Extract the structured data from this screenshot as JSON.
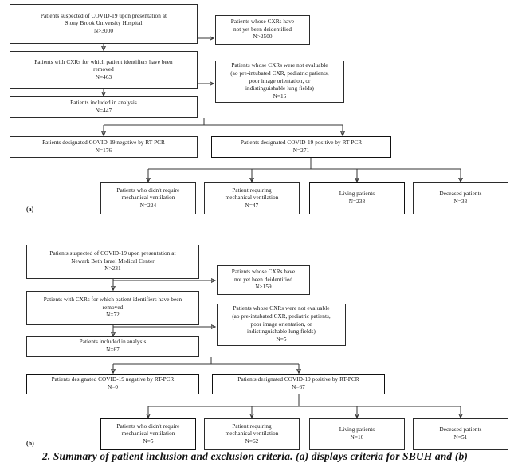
{
  "figure": {
    "caption": "2. Summary of patient inclusion and exclusion criteria. (a) displays criteria for SBUH and (b)",
    "panels": [
      {
        "id": "a",
        "label": "(a)",
        "nodes": {
          "suspected": {
            "name": "suspected-patients-box",
            "lines": [
              "Patients suspected of COVID-19 upon presentation at",
              "Stony Brook University Hospital",
              "N>3000"
            ]
          },
          "not_deidentified": {
            "name": "not-deidentified-exclusion-box",
            "lines": [
              "Patients whose CXRs have",
              "not yet been deidentified",
              "N>2500"
            ]
          },
          "deidentified": {
            "name": "deidentified-patients-box",
            "lines": [
              "Patients with CXRs for which patient identifiers have been",
              "removed",
              "N=463"
            ]
          },
          "not_evaluable": {
            "name": "not-evaluable-exclusion-box",
            "lines": [
              "Patients whose CXRs were not evaluable",
              "(ao pre-intubated CXR, pediatric patients,",
              "poor image orientation, or",
              "indistinguishable lung fields)",
              "N=16"
            ]
          },
          "included": {
            "name": "included-in-analysis-box",
            "lines": [
              "Patients included in analysis",
              "N=447"
            ]
          },
          "negative": {
            "name": "covid-negative-box",
            "lines": [
              "Patients designated COVID-19 negative by RT-PCR",
              "N=176"
            ]
          },
          "positive": {
            "name": "covid-positive-box",
            "lines": [
              "Patients designated COVID-19 positive by RT-PCR",
              "N=271"
            ]
          },
          "no_vent": {
            "name": "no-mechanical-ventilation-box",
            "lines": [
              "Patients who didn't require",
              "mechanical ventilation",
              "N=224"
            ]
          },
          "vent": {
            "name": "mechanical-ventilation-box",
            "lines": [
              "Patient requiring",
              "mechanical ventilation",
              "N=47"
            ]
          },
          "living": {
            "name": "living-patients-box",
            "lines": [
              "Living patients",
              "",
              "N=238"
            ]
          },
          "deceased": {
            "name": "deceased-patients-box",
            "lines": [
              "Deceased patients",
              "",
              "N=33"
            ]
          }
        }
      },
      {
        "id": "b",
        "label": "(b)",
        "nodes": {
          "suspected": {
            "name": "suspected-patients-box",
            "lines": [
              "Patients suspected of COVID-19 upon presentation at",
              "Newark Beth Israel Medical Center",
              "N>231"
            ]
          },
          "not_deidentified": {
            "name": "not-deidentified-exclusion-box",
            "lines": [
              "Patients whose CXRs have",
              "not yet been deidentified",
              "N>159"
            ]
          },
          "deidentified": {
            "name": "deidentified-patients-box",
            "lines": [
              "Patients with CXRs for which patient identifiers have been",
              "removed",
              "N=72"
            ]
          },
          "not_evaluable": {
            "name": "not-evaluable-exclusion-box",
            "lines": [
              "Patients whose CXRs were not evaluable",
              "(ao pre-intubated CXR, pediatric patients,",
              "poor image orientation, or",
              "indistinguishable lung fields)",
              "N=5"
            ]
          },
          "included": {
            "name": "included-in-analysis-box",
            "lines": [
              "Patients included in analysis",
              "N=67"
            ]
          },
          "negative": {
            "name": "covid-negative-box",
            "lines": [
              "Patients designated COVID-19 negative by RT-PCR",
              "N=0"
            ]
          },
          "positive": {
            "name": "covid-positive-box",
            "lines": [
              "Patients designated COVID-19 positive by RT-PCR",
              "N=67"
            ]
          },
          "no_vent": {
            "name": "no-mechanical-ventilation-box",
            "lines": [
              "Patients who didn't require",
              "mechanical ventilation",
              "N=5"
            ]
          },
          "vent": {
            "name": "mechanical-ventilation-box",
            "lines": [
              "Patient requiring",
              "mechanical ventilation",
              "N=62"
            ]
          },
          "living": {
            "name": "living-patients-box",
            "lines": [
              "Living patients",
              "",
              "N=16"
            ]
          },
          "deceased": {
            "name": "deceased-patients-box",
            "lines": [
              "Deceased patients",
              "",
              "N=51"
            ]
          }
        }
      }
    ]
  }
}
